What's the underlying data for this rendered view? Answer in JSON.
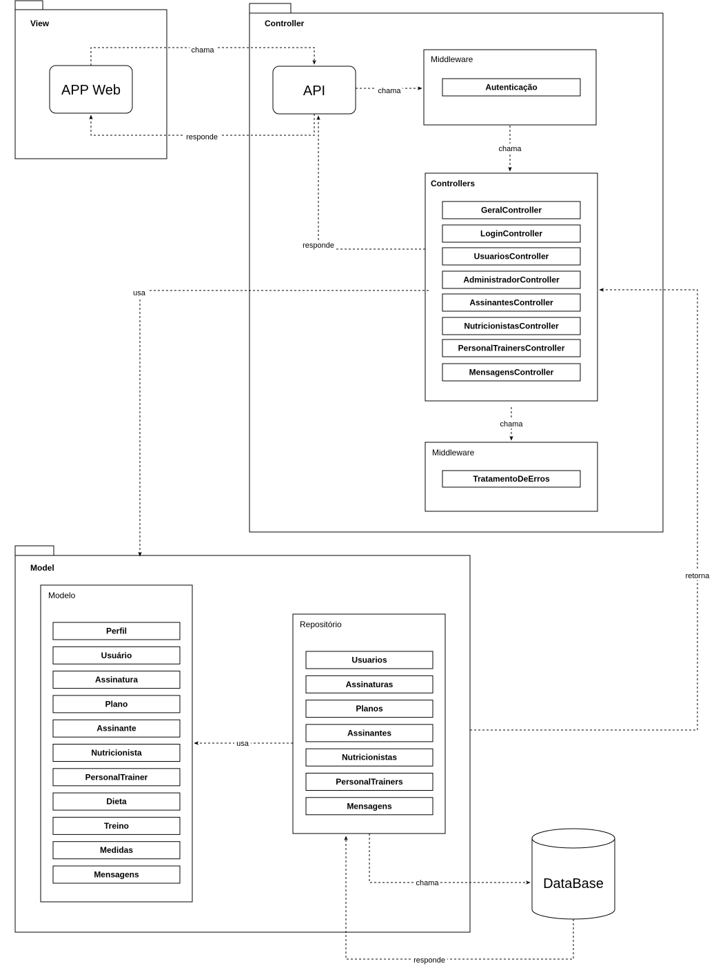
{
  "packages": {
    "view": "View",
    "controller": "Controller",
    "model": "Model"
  },
  "nodes": {
    "app_web": "APP Web",
    "api": "API",
    "database": "DataBase"
  },
  "groups": {
    "middleware_auth": {
      "title": "Middleware",
      "items": [
        "Autenticação"
      ]
    },
    "controllers": {
      "title": "Controllers",
      "items": [
        "GeralController",
        "LoginController",
        "UsuariosController",
        "AdministradorController",
        "AssinantesController",
        "NutricionistasController",
        "PersonalTrainersController",
        "MensagensController"
      ]
    },
    "middleware_errors": {
      "title": "Middleware",
      "items": [
        "TratamentoDeErros"
      ]
    },
    "modelo": {
      "title": "Modelo",
      "items": [
        "Perfil",
        "Usuário",
        "Assinatura",
        "Plano",
        "Assinante",
        "Nutricionista",
        "PersonalTrainer",
        "Dieta",
        "Treino",
        "Medidas",
        "Mensagens"
      ]
    },
    "repositorio": {
      "title": "Repositório",
      "items": [
        "Usuarios",
        "Assinaturas",
        "Planos",
        "Assinantes",
        "Nutricionistas",
        "PersonalTrainers",
        "Mensagens"
      ]
    }
  },
  "edges": {
    "app_to_api": "chama",
    "api_to_app": "responde",
    "api_to_middleware": "chama",
    "middleware_to_controllers": "chama",
    "controllers_to_api": "responde",
    "controllers_to_model": "usa",
    "controllers_to_errors": "chama",
    "repo_to_controllers": "retorna",
    "repo_to_modelo": "usa",
    "repo_to_db": "chama",
    "db_to_repo": "responde"
  }
}
